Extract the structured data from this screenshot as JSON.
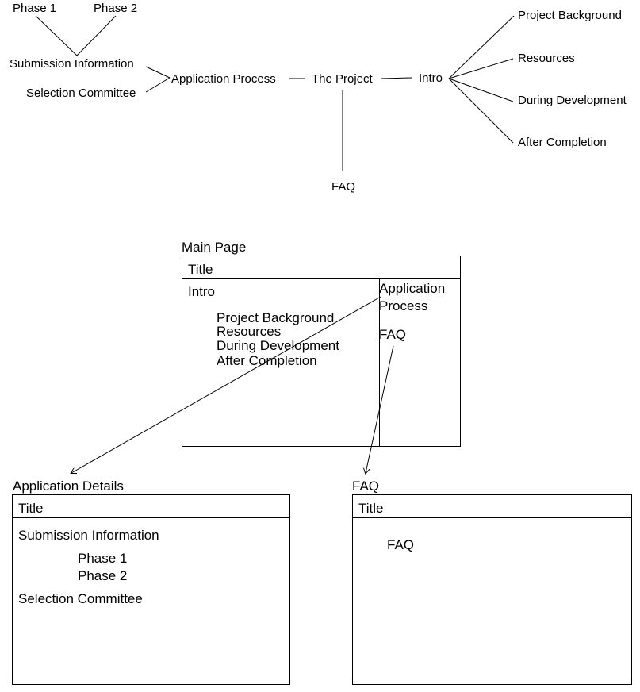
{
  "sitemap": {
    "phase1": "Phase 1",
    "phase2": "Phase 2",
    "submission": "Submission Information",
    "selection": "Selection Committee",
    "application": "Application Process",
    "project": "The Project",
    "intro": "Intro",
    "background": "Project Background",
    "resources": "Resources",
    "during": "During Development",
    "after": "After Completion",
    "faq": "FAQ"
  },
  "main_page": {
    "label": "Main Page",
    "title": "Title",
    "intro": "Intro",
    "items": [
      "Project Background",
      "Resources",
      "During Development",
      "After Completion"
    ],
    "side_application_line1": "Application",
    "side_application_line2": "Process",
    "side_faq": "FAQ"
  },
  "app_details": {
    "label": "Application Details",
    "title": "Title",
    "submission": "Submission Information",
    "phases": [
      "Phase 1",
      "Phase 2"
    ],
    "selection": "Selection Committee"
  },
  "faq_page": {
    "label": "FAQ",
    "title": "Title",
    "content": "FAQ"
  }
}
